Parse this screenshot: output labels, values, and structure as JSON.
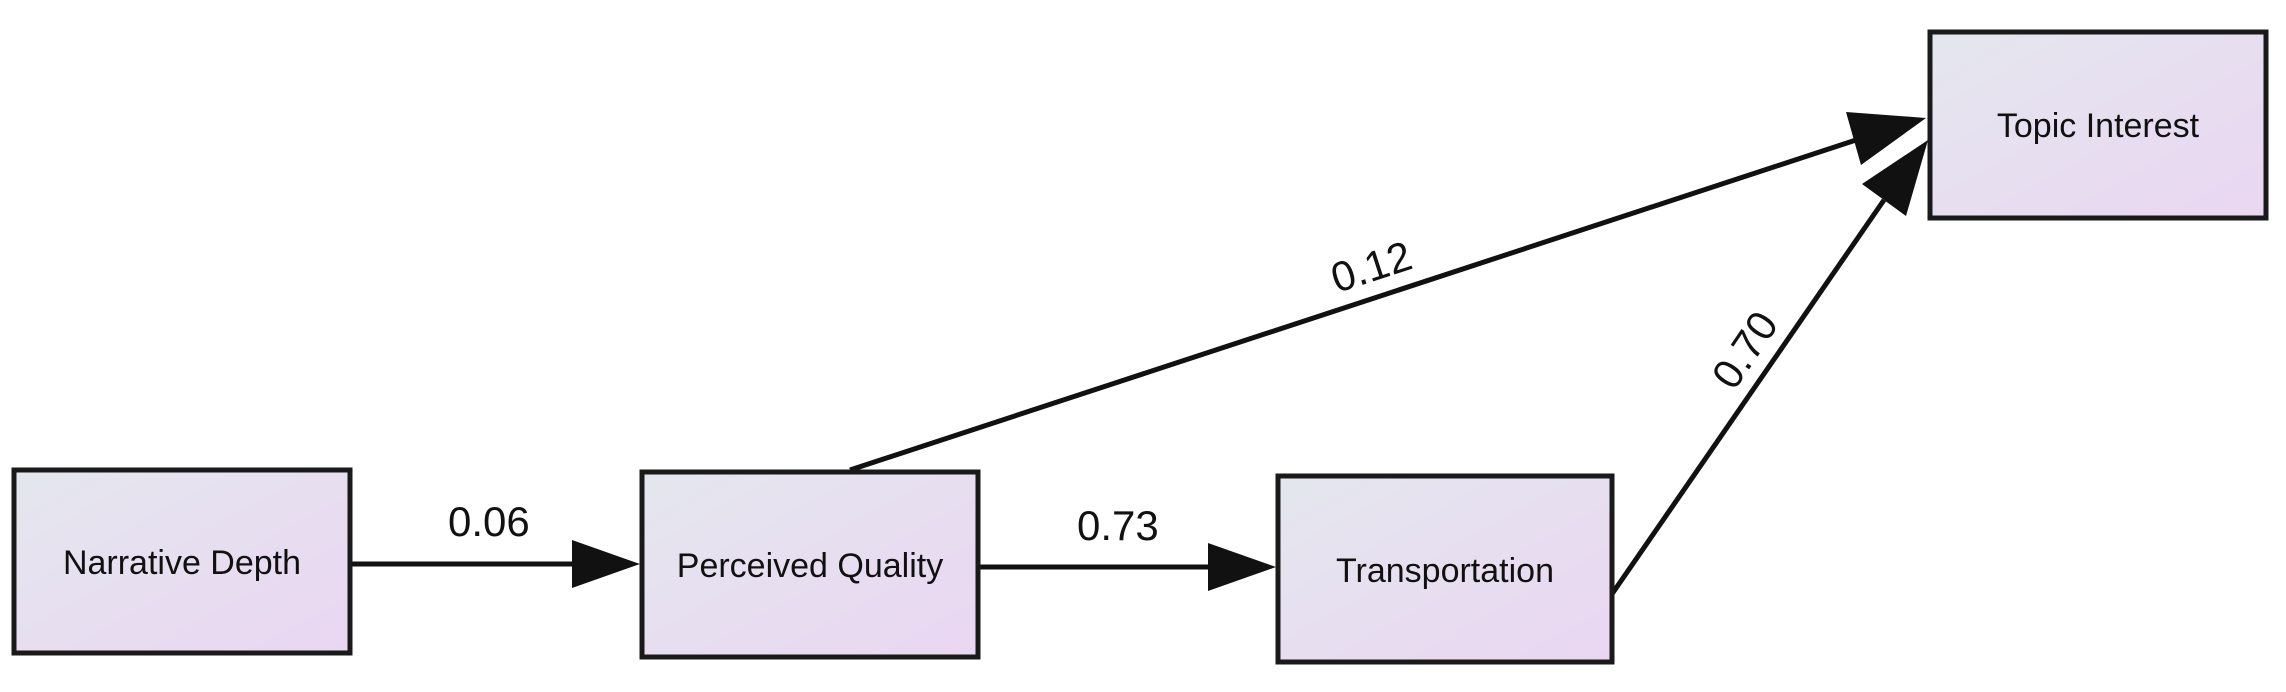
{
  "diagram": {
    "type": "path-diagram",
    "nodes": {
      "narrative_depth": "Narrative Depth",
      "perceived_quality": "Perceived Quality",
      "transportation": "Transportation",
      "topic_interest": "Topic Interest"
    },
    "edges": [
      {
        "from": "Narrative Depth",
        "to": "Perceived Quality",
        "label": "0.06"
      },
      {
        "from": "Perceived Quality",
        "to": "Transportation",
        "label": "0.73"
      },
      {
        "from": "Perceived Quality",
        "to": "Topic Interest",
        "label": "0.12"
      },
      {
        "from": "Transportation",
        "to": "Topic Interest",
        "label": "0.70"
      }
    ],
    "colors": {
      "box_gradient_start": "#e4e7ee",
      "box_gradient_end": "#ead6f2",
      "stroke": "#111111"
    }
  }
}
